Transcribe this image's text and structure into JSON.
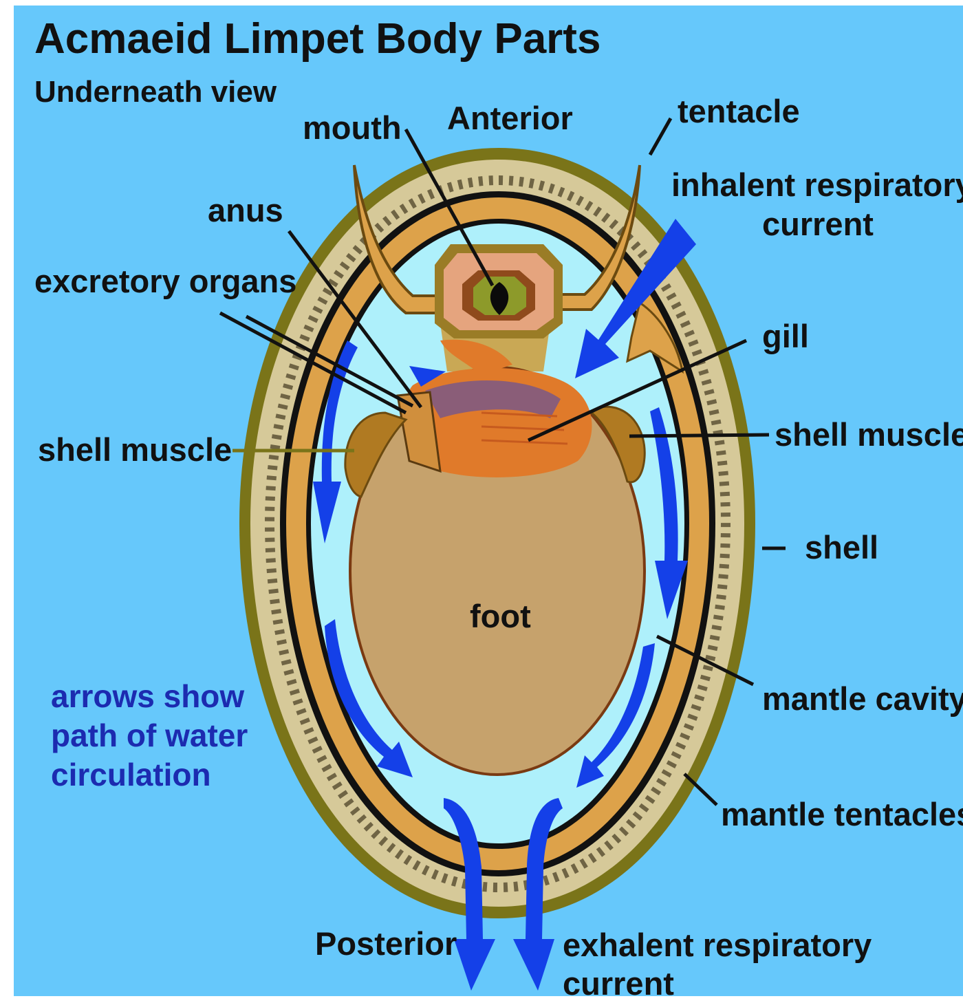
{
  "title": "Acmaeid Limpet Body Parts",
  "subtitle": "Underneath view",
  "orientation": {
    "anterior": "Anterior",
    "posterior": "Posterior"
  },
  "labels": {
    "mouth": "mouth",
    "tentacle": "tentacle",
    "inhalent_line1": "inhalent respiratory",
    "inhalent_line2": "current",
    "anus": "anus",
    "excretory_organs": "excretory organs",
    "gill": "gill",
    "shell_muscle_left": "shell muscle",
    "shell_muscle_right": "shell muscle",
    "shell": "shell",
    "foot": "foot",
    "mantle_cavity": "mantle cavity",
    "mantle_tentacles": "mantle tentacles",
    "exhalent_line1": "exhalent respiratory",
    "exhalent_line2": "current"
  },
  "legend": {
    "line1": "arrows show",
    "line2": "path of water",
    "line3": "circulation"
  },
  "colors": {
    "background": "#66c8fb",
    "shell_outer": "#7a7419",
    "shell_inner": "#d6c999",
    "mantle": "#dda24a",
    "mantle_cavity": "#aef0fb",
    "foot": "#c6a26c",
    "arrow": "#1440e8",
    "legend_text": "#1c2bb0"
  }
}
